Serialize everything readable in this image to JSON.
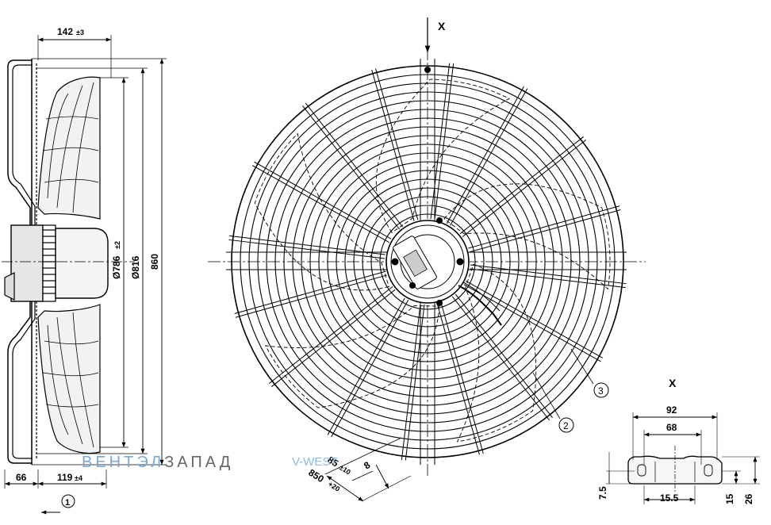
{
  "side_view": {
    "depth_top": "142",
    "depth_top_tol": "±3",
    "dia_inner": "Ø786",
    "dia_inner_tol": "±2",
    "dia_guard": "Ø816",
    "height": "860",
    "bottom_left": "66",
    "bottom_right": "119",
    "bottom_right_tol": "±4",
    "callout_1": "1"
  },
  "front_view": {
    "view_marker": "X",
    "callout_2": "2",
    "callout_3": "3",
    "dim_85": "85",
    "dim_85_tol": "±10",
    "dim_850": "850",
    "dim_850_tol": "+20",
    "dim_8": "8"
  },
  "detail_x": {
    "title": "X",
    "w_outer": "92",
    "w_inner": "68",
    "h_left": "7.5",
    "w_bottom": "15.5",
    "h_right_1": "15",
    "h_right_2": "26"
  },
  "watermark": {
    "brand_a": "ВЕНТЭЛ",
    "brand_b": "ЗАПАД",
    "brand_c": "V-WEST"
  }
}
